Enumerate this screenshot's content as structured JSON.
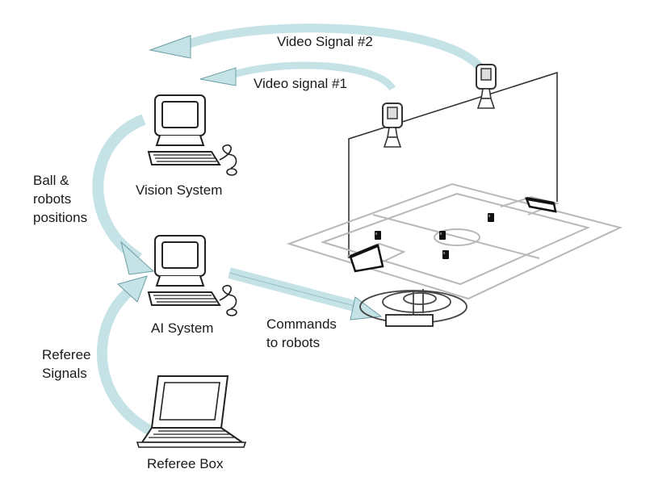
{
  "labels": {
    "video_signal_2": "Video Signal #2",
    "video_signal_1": "Video signal #1",
    "vision_system": "Vision System",
    "ball_robots": [
      "Ball &",
      "robots",
      "positions"
    ],
    "ai_system": "AI System",
    "commands": [
      "Commands",
      "to robots"
    ],
    "referee_signals": [
      "Referee",
      "Signals"
    ],
    "referee_box": "Referee Box"
  },
  "colors": {
    "arrow_fill": "#c5e3e6",
    "arrow_stroke": "#6a9ea4",
    "line": "#333333",
    "field_line": "#b8b8b8"
  },
  "icons": [
    "computer-icon",
    "laptop-icon",
    "camera-icon",
    "robot-icon"
  ]
}
